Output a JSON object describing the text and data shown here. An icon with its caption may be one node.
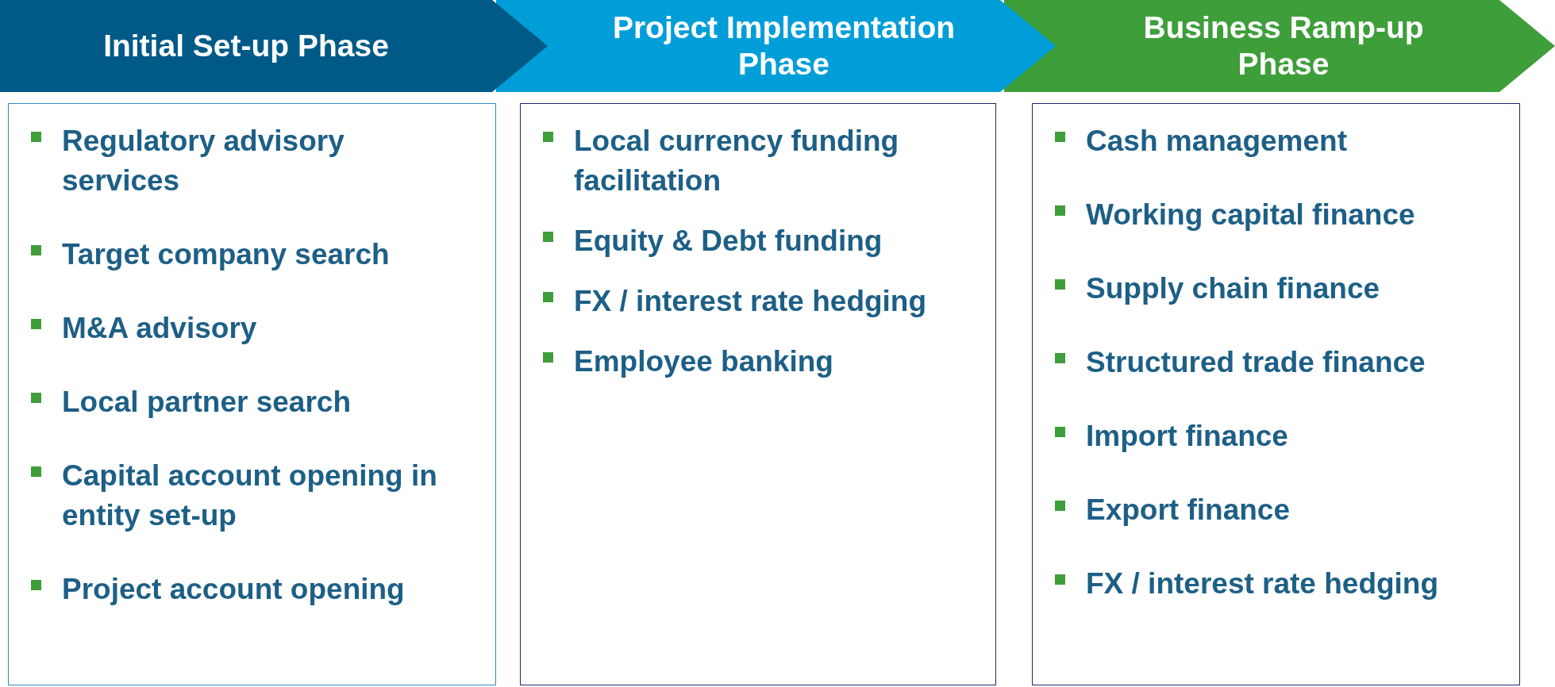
{
  "diagram": {
    "nodes": [
      {
        "text": [
          "Initial Set-up Phase"
        ]
      },
      {
        "text": [
          "Project Implementation Phase"
        ]
      },
      {
        "text": [
          "Business Ramp-up Phase"
        ]
      },
      {
        "text": [
          "Regulatory advisory services",
          "Target company search",
          "M&A advisory",
          "Local partner search",
          "Capital account opening in entity set-up",
          "Project account opening"
        ]
      },
      {
        "text": [
          "Local currency funding facilitation",
          "Equity & Debt funding",
          "FX / interest rate hedging",
          "Employee banking"
        ]
      },
      {
        "text": [
          "Cash management",
          "Working capital finance",
          "Supply chain finance",
          "Structured trade finance",
          "Import finance",
          "Export finance",
          "FX / interest rate hedging"
        ]
      }
    ]
  }
}
